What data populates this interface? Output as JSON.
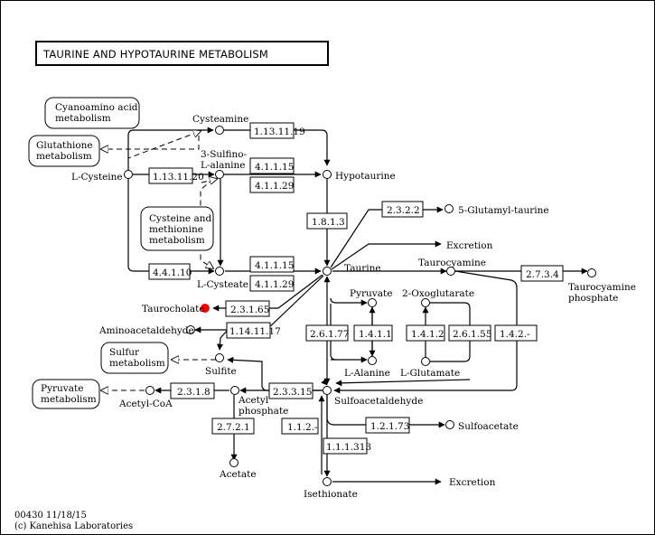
{
  "map": {
    "title": "TAURINE AND HYPOTAURINE METABOLISM",
    "footer_code": "00430 11/18/15",
    "footer_copyright": "(c) Kanehisa Laboratories",
    "highlight_color": "#ff0000",
    "frame_color": "#000000"
  },
  "pathways": {
    "cyanoamino_l1": "Cyanoamino acid",
    "cyanoamino_l2": "metabolism",
    "glutathione_l1": "Glutathione",
    "glutathione_l2": "metabolism",
    "cysteine_l1": "Cysteine and",
    "cysteine_l2": "methionine",
    "cysteine_l3": "metabolism",
    "sulfur_l1": "Sulfur",
    "sulfur_l2": "metabolism",
    "pyruvate_l1": "Pyruvate",
    "pyruvate_l2": "metabolism"
  },
  "compounds": {
    "cysteamine": "Cysteamine",
    "sulfinoalanine_l1": "3-Sulfino-",
    "sulfinoalanine_l2": "L-alanine",
    "l_cysteine": "L-Cysteine",
    "hypotaurine": "Hypotaurine",
    "glutamyl_taurine": "5-Glutamyl-taurine",
    "excretion_top": "Excretion",
    "taurine": "Taurine",
    "taurocyamine": "Taurocyamine",
    "taurocyamine_phosphate_l1": "Taurocyamine",
    "taurocyamine_phosphate_l2": "phosphate",
    "l_cysteate": "L-Cysteate",
    "taurocholate": "Taurocholate",
    "aminoacetaldehyde": "Aminoacetaldehyde",
    "pyruvate": "Pyruvate",
    "oxoglutarate": "2-Oxoglutarate",
    "sulfite": "Sulfite",
    "l_alanine": "L-Alanine",
    "l_glutamate": "L-Glutamate",
    "acetyl_coa": "Acetyl-CoA",
    "acetyl_phosphate_l1": "Acetyl",
    "acetyl_phosphate_l2": "phosphate",
    "sulfoacetaldehyde": "Sulfoacetaldehyde",
    "sulfoacetate": "Sulfoacetate",
    "acetate": "Acetate",
    "isethionate": "Isethionate",
    "excretion_bottom": "Excretion"
  },
  "enzymes": {
    "ec_1_13_11_19": "1.13.11.19",
    "ec_1_13_11_20": "1.13.11.20",
    "ec_4_1_1_15_a": "4.1.1.15",
    "ec_4_1_1_29_a": "4.1.1.29",
    "ec_1_8_1_3": "1.8.1.3",
    "ec_2_3_2_2": "2.3.2.2",
    "ec_4_4_1_10": "4.4.1.10",
    "ec_4_1_1_15_b": "4.1.1.15",
    "ec_4_1_1_29_b": "4.1.1.29",
    "ec_2_7_3_4": "2.7.3.4",
    "ec_2_3_1_65": "2.3.1.65",
    "ec_1_14_11_17": "1.14.11.17",
    "ec_2_6_1_77": "2.6.1.77",
    "ec_1_4_1_1": "1.4.1.1",
    "ec_1_4_1_2": "1.4.1.2",
    "ec_2_6_1_55": "2.6.1.55",
    "ec_1_4_2": "1.4.2.-",
    "ec_2_3_1_8": "2.3.1.8",
    "ec_2_3_3_15": "2.3.3.15",
    "ec_1_1_2": "1.1.2.-",
    "ec_1_2_1_73": "1.2.1.73",
    "ec_2_7_2_1": "2.7.2.1",
    "ec_1_1_1_313": "1.1.1.313"
  }
}
